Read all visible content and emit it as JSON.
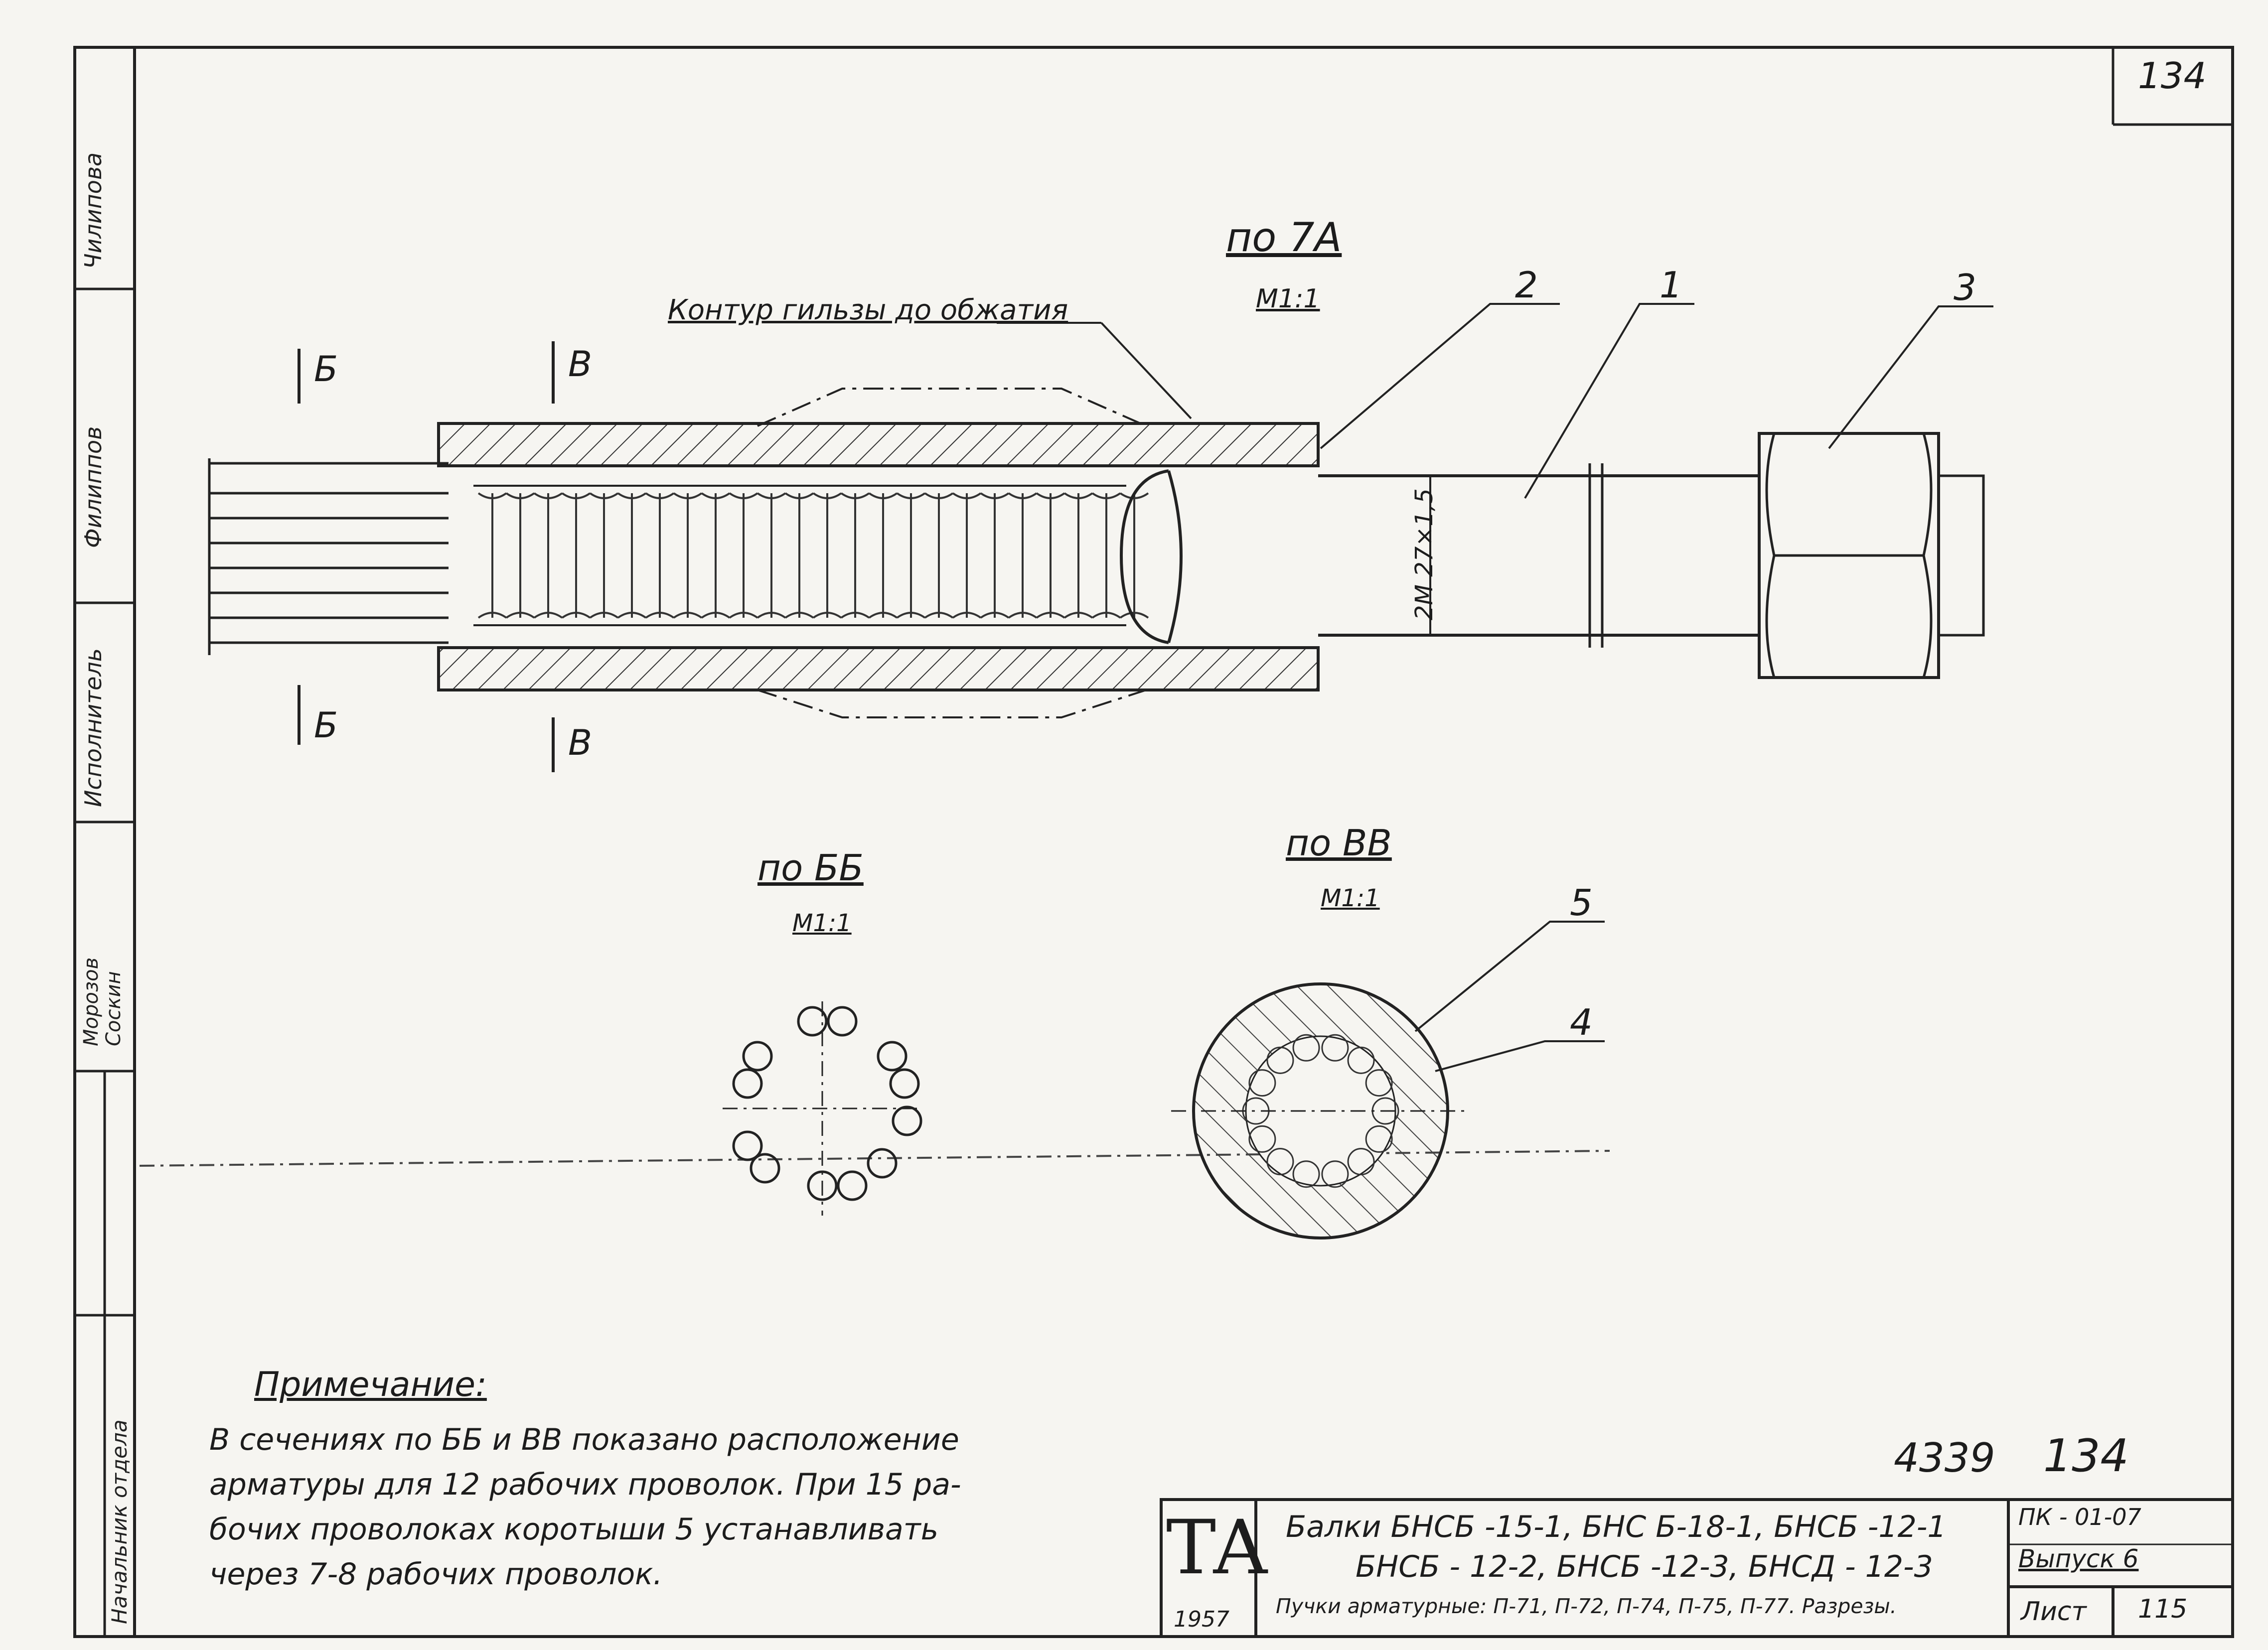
{
  "page": {
    "number_top": "134",
    "archive_number": "4339",
    "archive_sheet": "134"
  },
  "views": {
    "main": {
      "title": "по 7А",
      "scale": "М1:1"
    },
    "section_bb": {
      "title": "по ББ",
      "scale": "М1:1"
    },
    "section_vv": {
      "title": "по ВВ",
      "scale": "М1:1"
    }
  },
  "labels": {
    "contour": "Контур гильзы до обжатия",
    "thread": "2М 27×1,5",
    "cut_b": "Б",
    "cut_v": "В"
  },
  "callouts": [
    "1",
    "2",
    "3",
    "4",
    "5"
  ],
  "note": {
    "heading": "Примечание:",
    "lines": [
      "В сечениях  по ББ  и  ВВ показано расположение",
      "арматуры  для  12 рабочих  проволок.  При 15 ра-",
      "бочих  проволоках коротыши 5 устанавливать",
      "через 7-8  рабочих проволок."
    ]
  },
  "title_block": {
    "logo": "ТА",
    "year": "1957",
    "line1": "Балки  БНСБ -15-1,  БНС Б-18-1, БНСБ -12-1",
    "line2": "БНСБ - 12-2,  БНСБ -12-3, БНСД - 12-3",
    "line3": "Пучки арматурные: П-71, П-72, П-74, П-75, П-77. Разрезы.",
    "code": "ПК - 01-07",
    "issue": "Выпуск 6",
    "sheet_label": "Лист",
    "sheet_number": "115"
  },
  "sidebar": {
    "names": [
      "Чилипова",
      "Филиппов",
      "Исполнитель",
      "Морозов",
      "Соскин",
      "Начальник отдела"
    ]
  }
}
